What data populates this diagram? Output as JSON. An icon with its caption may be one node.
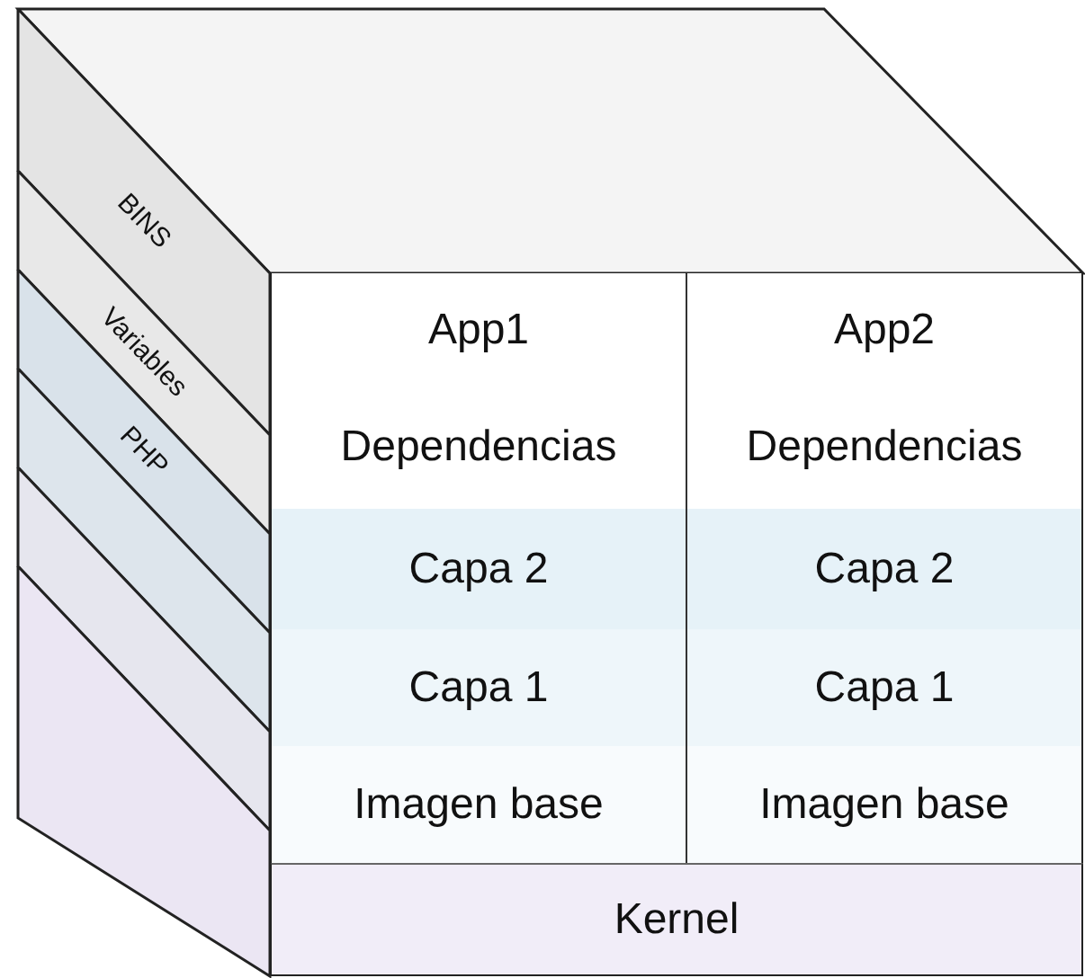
{
  "diagram": {
    "nodes": [
      {
        "text": [
          "App1"
        ]
      },
      {
        "text": [
          "App2"
        ]
      },
      {
        "text": [
          "Dependencias"
        ]
      },
      {
        "text": [
          "Dependencias"
        ]
      },
      {
        "text": [
          "Capa 2"
        ]
      },
      {
        "text": [
          "Capa 2"
        ]
      },
      {
        "text": [
          "Capa 1"
        ]
      },
      {
        "text": [
          "Capa 1"
        ]
      },
      {
        "text": [
          "Imagen base"
        ]
      },
      {
        "text": [
          "Imagen base"
        ]
      },
      {
        "text": [
          "Kernel"
        ]
      },
      {
        "text": [
          "BINS"
        ]
      },
      {
        "text": [
          "Variables"
        ]
      },
      {
        "text": [
          "PHP"
        ]
      },
      {
        "text": [],
        "shape": "band"
      },
      {
        "text": [],
        "shape": "band"
      },
      {
        "text": [],
        "shape": "band"
      }
    ]
  }
}
